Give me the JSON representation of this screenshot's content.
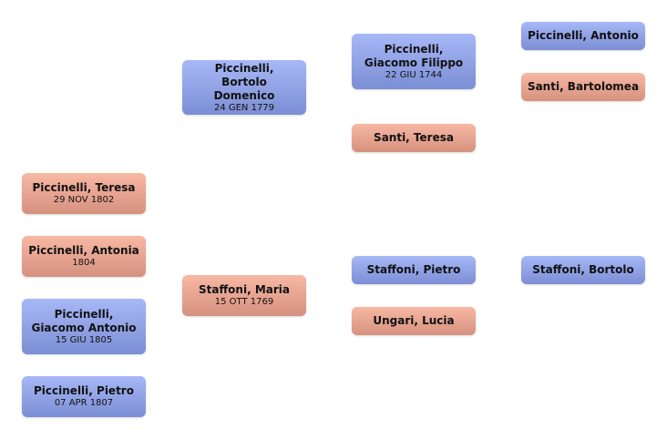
{
  "people": {
    "teresa_p": {
      "name": "Piccinelli, Teresa",
      "date": "29 NOV 1802",
      "sex": "f"
    },
    "antonia": {
      "name": "Piccinelli, Antonia",
      "date": "1804",
      "sex": "f"
    },
    "giacomo_antonio": {
      "name": "Piccinelli, Giacomo Antonio",
      "date": "15 GIU 1805",
      "sex": "m"
    },
    "pietro_p": {
      "name": "Piccinelli, Pietro",
      "date": "07 APR 1807",
      "sex": "m"
    },
    "bortolo_domenico": {
      "name": "Piccinelli, Bortolo Domenico",
      "date": "24 GEN 1779",
      "sex": "m"
    },
    "maria": {
      "name": "Staffoni, Maria",
      "date": "15 OTT 1769",
      "sex": "f"
    },
    "giacomo_filippo": {
      "name": "Piccinelli, Giacomo Filippo",
      "date": "22 GIU 1744",
      "sex": "m"
    },
    "teresa_s": {
      "name": "Santi, Teresa",
      "sex": "f"
    },
    "pietro_s": {
      "name": "Staffoni, Pietro",
      "sex": "m"
    },
    "lucia": {
      "name": "Ungari, Lucia",
      "sex": "f"
    },
    "antonio": {
      "name": "Piccinelli, Antonio",
      "sex": "m"
    },
    "bartolomea": {
      "name": "Santi, Bartolomea",
      "sex": "f"
    },
    "bortolo_s": {
      "name": "Staffoni, Bortolo",
      "sex": "m"
    }
  },
  "colors": {
    "male": "#8fa1e6",
    "female": "#e8a592"
  }
}
